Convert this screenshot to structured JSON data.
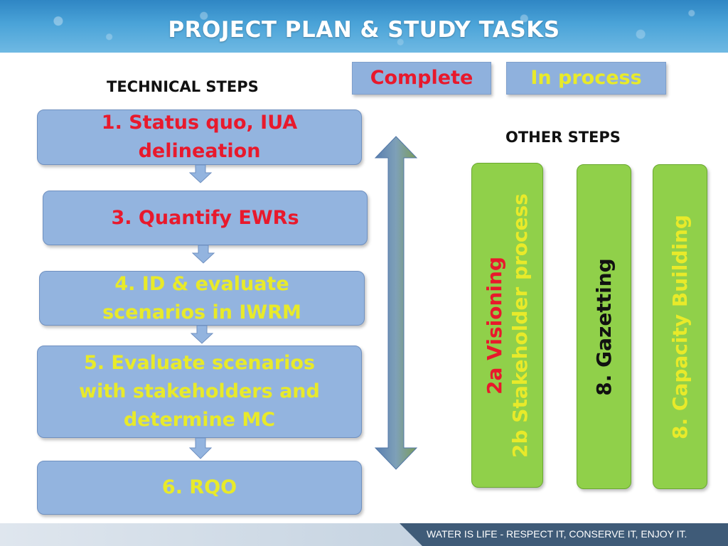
{
  "title": "PROJECT PLAN & STUDY TASKS",
  "technical_steps_label": "TECHNICAL STEPS",
  "other_steps_label": "OTHER STEPS",
  "legend": {
    "complete": "Complete",
    "in_process": "In process"
  },
  "colors": {
    "complete": "#e8192c",
    "in_process": "#e8ea2a",
    "box_blue": "#93b4df",
    "box_green": "#90d04a"
  },
  "technical_steps": [
    {
      "line1": "1.  Status quo, IUA",
      "line2": "delineation",
      "status": "complete"
    },
    {
      "line1": "3.  Quantify EWRs",
      "status": "complete"
    },
    {
      "line1": "4.  ID & evaluate",
      "line2": "scenarios in IWRM",
      "status": "in_process"
    },
    {
      "line1": "5.  Evaluate scenarios",
      "line2": "with stakeholders and",
      "line3": "determine MC",
      "status": "in_process"
    },
    {
      "line1": "6.  RQO",
      "status": "in_process"
    }
  ],
  "other_steps": [
    {
      "line1": "2a Visioning",
      "line2": "2b Stakeholder process"
    },
    {
      "line1": "8. Gazetting"
    },
    {
      "line1": "8. Capacity Building"
    }
  ],
  "footer": "WATER IS LIFE - RESPECT IT, CONSERVE IT, ENJOY IT."
}
